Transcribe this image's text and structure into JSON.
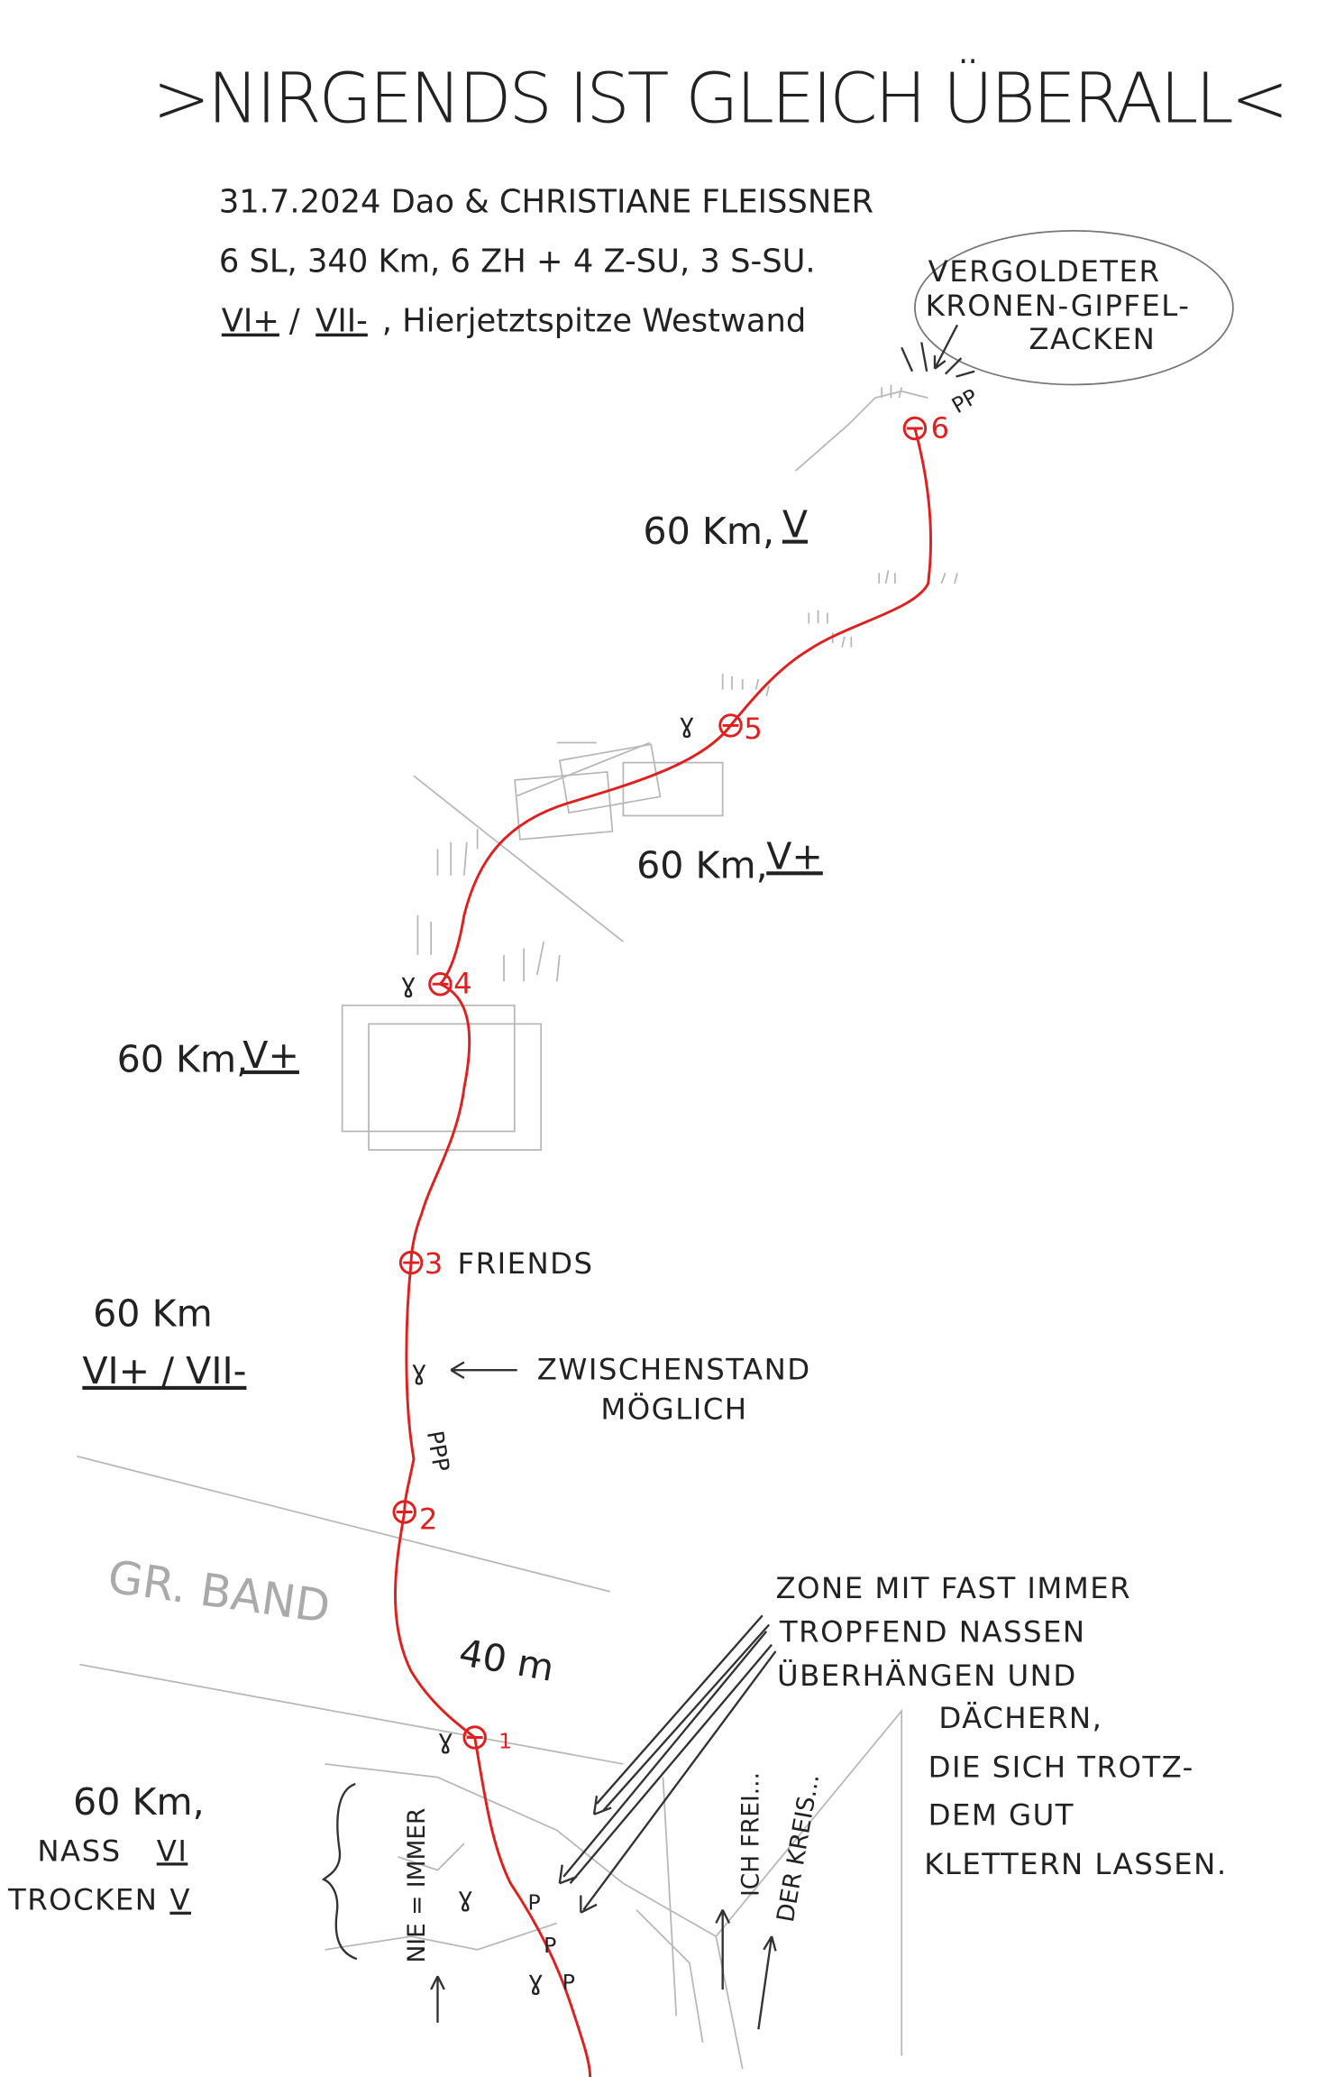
{
  "title": ">NIRGENDS IST GLEICH ÜBERALL<",
  "header": {
    "line1": "31.7.2024  Dao & CHRISTIANE FLEISSNER",
    "line2": "6 SL, 340 Km, 6 ZH + 4 Z-SU, 3 S-SU.",
    "grade1": "VI+",
    "grade_sep": "/",
    "grade2": "VII-",
    "line3_rest": ", Hierjetztspitze Westwand"
  },
  "summit_note": [
    "VERGOLDETER",
    "KRONEN-GIPFEL-",
    "ZACKEN"
  ],
  "summit_marks": "PP",
  "pitches": [
    {
      "length": "60 Km,",
      "grade": "V"
    },
    {
      "length": "60 Km,",
      "grade": "V+"
    },
    {
      "length": "60 Km,",
      "grade": "V+"
    },
    {
      "length": "60 Km",
      "grade": "VI+ / VII-"
    },
    {
      "length": "40 m",
      "grade": ""
    },
    {
      "length": "60 Km,",
      "wet_label": "NASS",
      "wet_grade": "VI",
      "dry_label": "TROCKEN",
      "dry_grade": "V"
    }
  ],
  "belays": [
    "1",
    "2",
    "3",
    "4",
    "5",
    "6"
  ],
  "belay3_note": "FRIENDS",
  "intermediate_note": [
    "ZWISCHENSTAND",
    "MÖGLICH"
  ],
  "band_label": "GR. BAND",
  "piton_marks": [
    "PPP",
    "P",
    "P",
    "P"
  ],
  "zone_note": [
    "ZONE MIT FAST IMMER",
    "TROPFEND NASSEN",
    "ÜBERHÄNGEN UND",
    "DÄCHERN,",
    "DIE SICH TROTZ-",
    "DEM GUT",
    "KLETTERN LASSEN."
  ],
  "neighbour_routes": [
    "NIE = IMMER",
    "ICH FREI...",
    "DER KREIS..."
  ],
  "colors": {
    "route": "#e02020",
    "ink": "#222222",
    "pencil": "#b8b8b8"
  }
}
